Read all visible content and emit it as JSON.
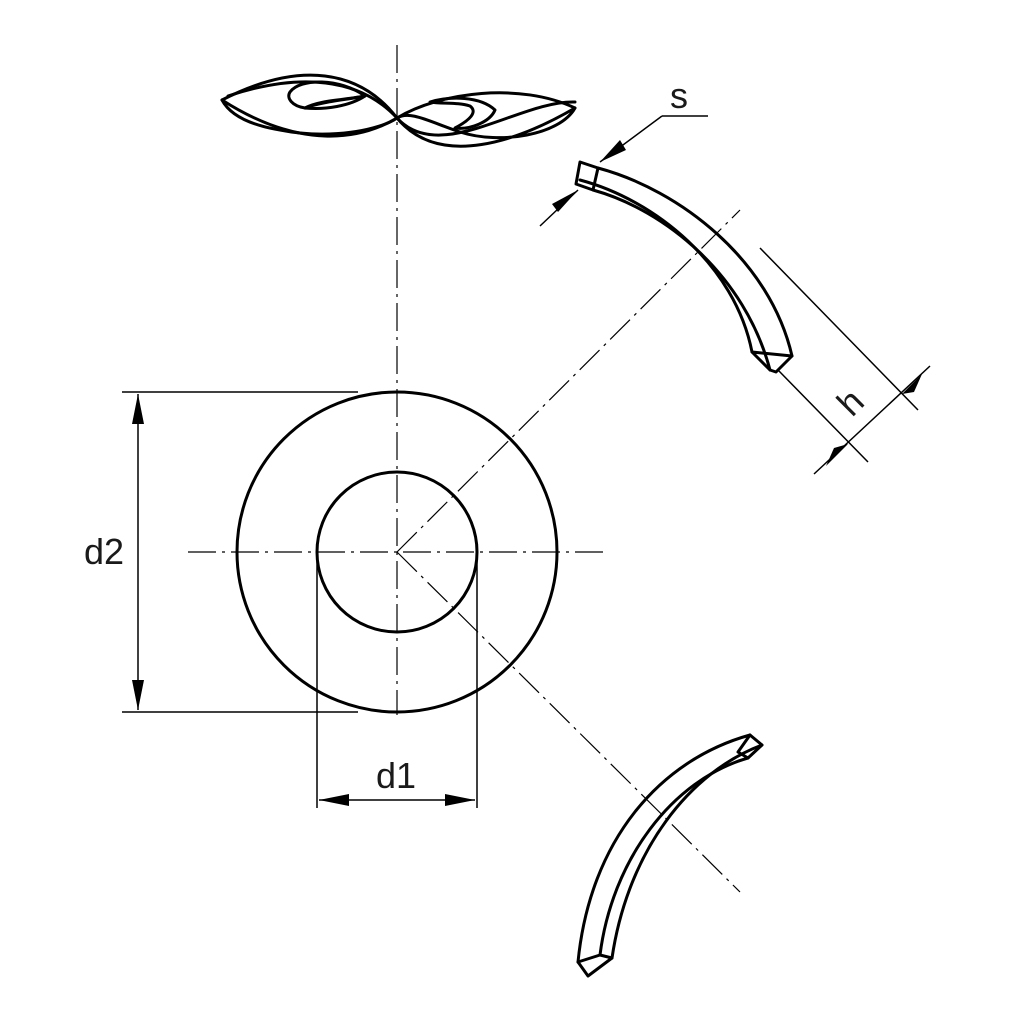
{
  "labels": {
    "d1": "d1",
    "d2": "d2",
    "s": "s",
    "h": "h"
  }
}
